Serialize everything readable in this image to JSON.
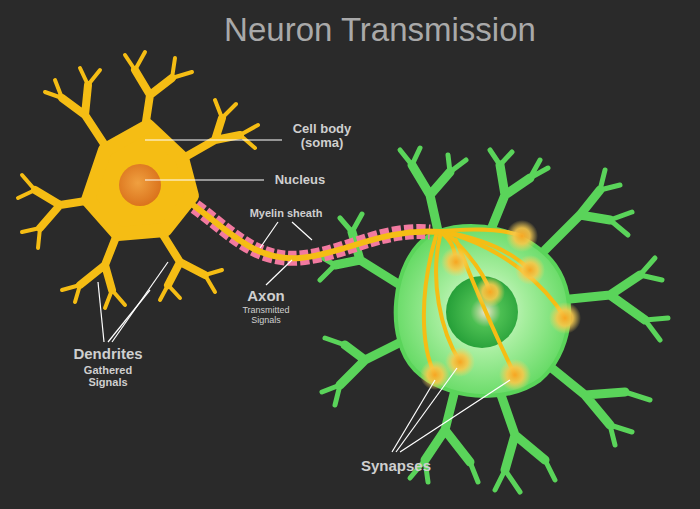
{
  "diagram": {
    "title": "Neuron Transmission",
    "labels": [
      "Cell body (soma)",
      "Nucleus",
      "Myelin sheath",
      "Axon",
      "Transmitted Signals",
      "Dendrites",
      "Gathered Signals",
      "Synapses"
    ]
  }
}
